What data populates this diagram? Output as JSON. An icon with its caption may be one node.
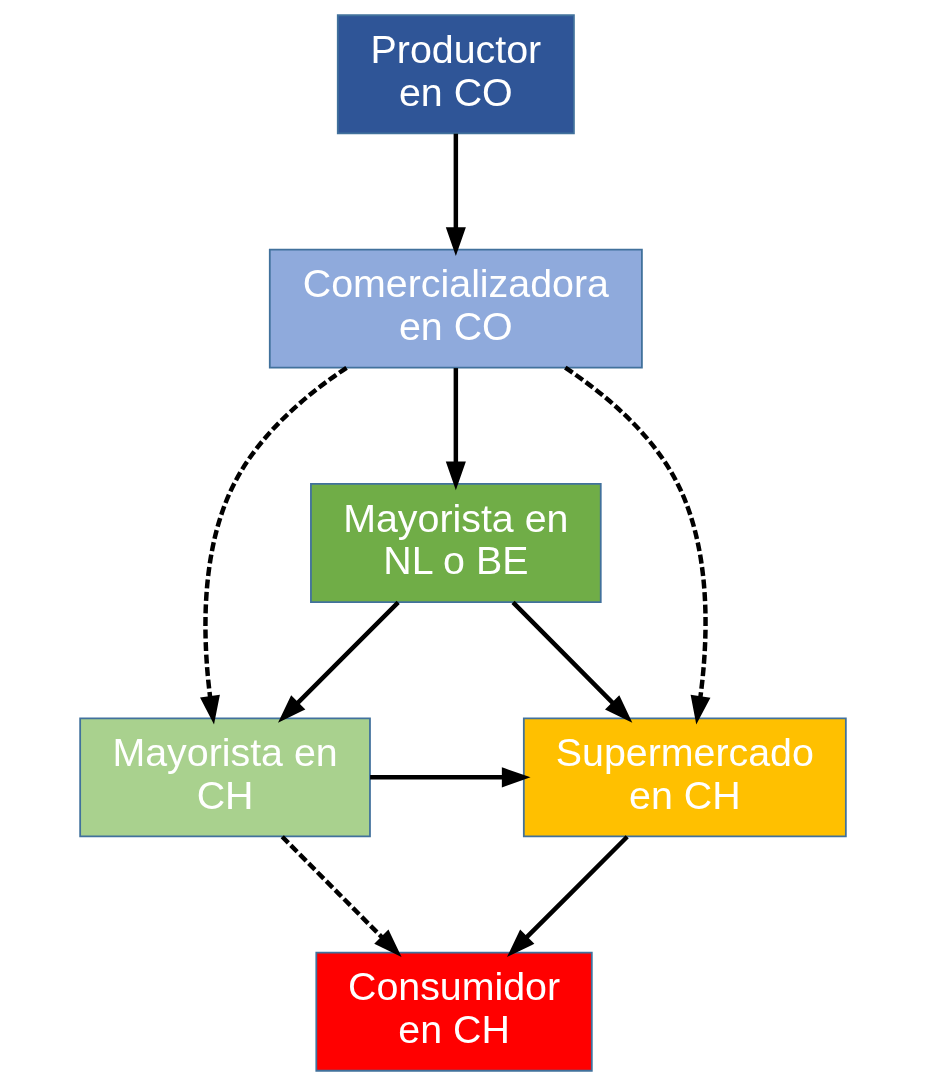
{
  "diagram": {
    "nodes": [
      {
        "text": [
          "Productor en CO"
        ]
      },
      {
        "text": [
          "Comercializadora en CO"
        ]
      },
      {
        "text": [
          "Mayorista en NL o BE"
        ]
      },
      {
        "text": [
          "Mayorista en CH"
        ]
      },
      {
        "text": [
          "Supermercado en CH"
        ]
      },
      {
        "text": [
          "Consumidor en CH"
        ]
      }
    ],
    "edges": [
      {
        "from": 0,
        "to": 1,
        "arrow": "to"
      },
      {
        "from": 1,
        "to": 2,
        "arrow": "to"
      },
      {
        "from": 1,
        "to": 3,
        "arrow": "to",
        "style": "dashed"
      },
      {
        "from": 1,
        "to": 4,
        "arrow": "to",
        "style": "dashed"
      },
      {
        "from": 2,
        "to": 3,
        "arrow": "to"
      },
      {
        "from": 2,
        "to": 4,
        "arrow": "to"
      },
      {
        "from": 3,
        "to": 4,
        "arrow": "to"
      },
      {
        "from": 3,
        "to": 5,
        "arrow": "to",
        "style": "dashed"
      },
      {
        "from": 4,
        "to": 5,
        "arrow": "to"
      }
    ]
  }
}
